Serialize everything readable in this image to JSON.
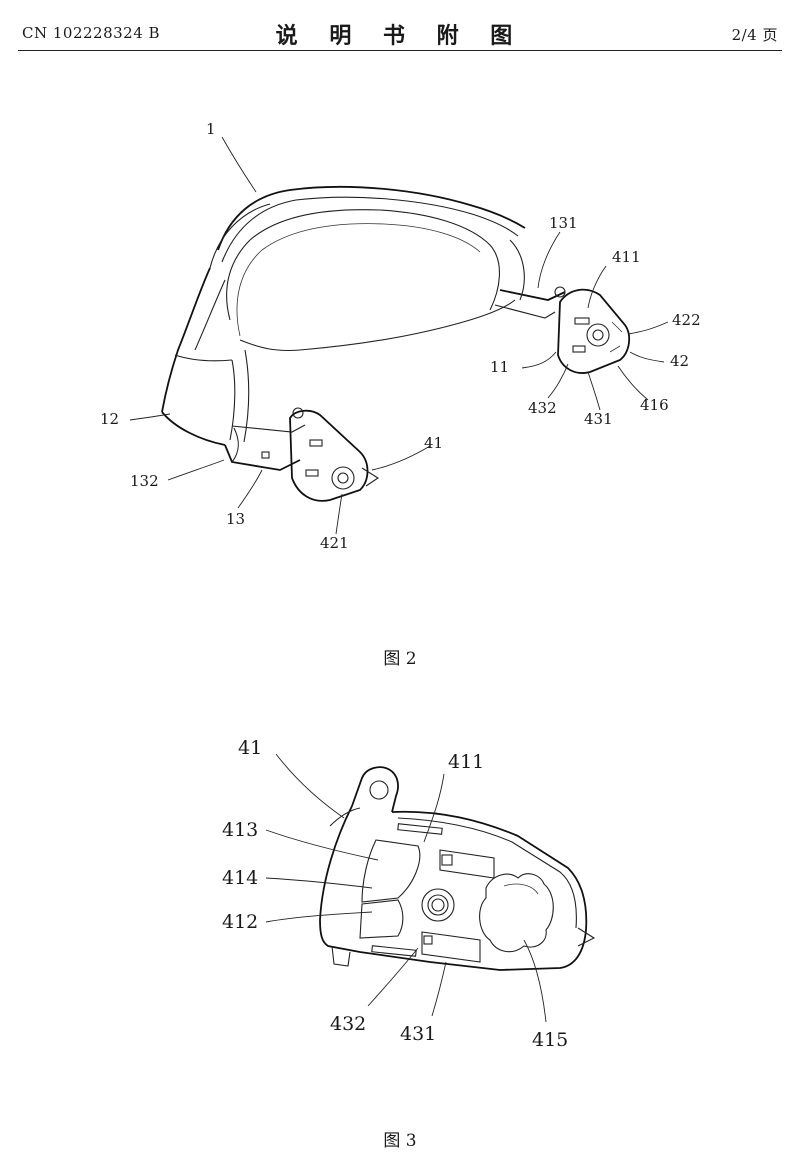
{
  "header": {
    "doc_number": "CN 102228324 B",
    "title": "说 明 书 附 图",
    "page": "2/4 页"
  },
  "figure2": {
    "caption": "图 2",
    "labels": {
      "l1": "1",
      "l131": "131",
      "l411": "411",
      "l422": "422",
      "l42": "42",
      "l11": "11",
      "l432": "432",
      "l431": "431",
      "l416": "416",
      "l12": "12",
      "l41": "41",
      "l132": "132",
      "l13": "13",
      "l421": "421"
    }
  },
  "figure3": {
    "caption": "图 3",
    "labels": {
      "l41": "41",
      "l411": "411",
      "l413": "413",
      "l414": "414",
      "l412": "412",
      "l432": "432",
      "l431": "431",
      "l415": "415"
    }
  }
}
